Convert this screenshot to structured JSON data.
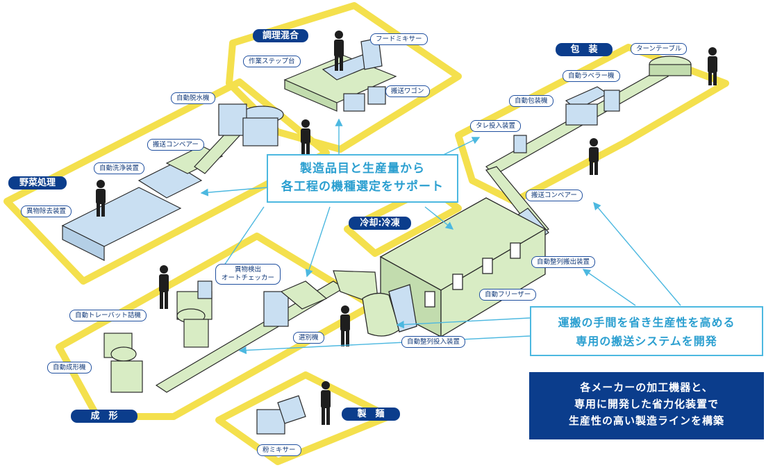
{
  "zones": {
    "cooking": "調理混合",
    "vegetable": "野菜処理",
    "packaging": "包　装",
    "cooling": "冷却:冷凍",
    "forming": "成　形",
    "noodle": "製　麺"
  },
  "labels": {
    "food_mixer": "フードミキサー",
    "step_table": "作業ステップ台",
    "transport_wagon": "搬送ワゴン",
    "dehydrator": "自動脱水機",
    "conveyor_veg": "搬送コンベアー",
    "washer": "自動洗浄装置",
    "foreign_remover": "異物除去装置",
    "turntable": "ターンテーブル",
    "labeler": "自動ラベラー機",
    "packer": "自動包装機",
    "sauce_feeder": "タレ投入装置",
    "conveyor_main": "搬送コンベアー",
    "align_out": "自動整列搬出装置",
    "freezer": "自動フリーザー",
    "align_in": "自動整列投入装置",
    "sorter": "選別機",
    "checker_line1": "異物検出",
    "checker_line2": "オートチェッカー",
    "tray_filler": "自動トレーバット詰機",
    "former": "自動成形機",
    "flour_mixer": "粉ミキサー"
  },
  "callouts": {
    "selection_line1": "製造品目と生産量から",
    "selection_line2": "各工程の機種選定をサポート",
    "transport_line1": "運搬の手間を省き生産性を高める",
    "transport_line2": "専用の搬送システムを開発",
    "summary_line1": "各メーカーの加工機器と、",
    "summary_line2": "専用に開発した省力化装置で",
    "summary_line3": "生産性の高い製造ラインを構築"
  },
  "colors": {
    "zone_outline": "#f4e04d",
    "machine_fill": "#d8ecc4",
    "machine_stroke": "#2a2a2a",
    "blue_machine": "#c9dff2",
    "tag_navy": "#0b3d8c",
    "callout_cyan": "#4cb8e0"
  }
}
